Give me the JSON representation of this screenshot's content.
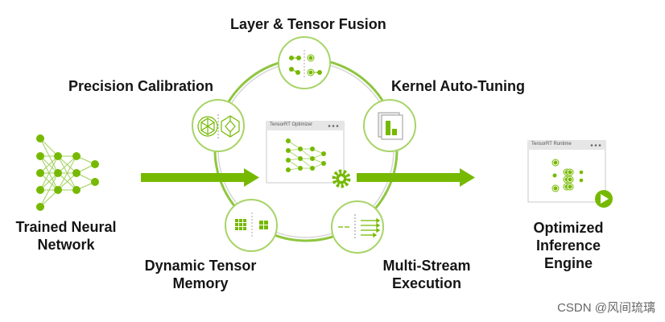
{
  "labels": {
    "layer_fusion": "Layer & Tensor Fusion",
    "precision_calibration": "Precision Calibration",
    "kernel_autotuning": "Kernel Auto-Tuning",
    "trained_network": [
      "Trained Neural",
      "Network"
    ],
    "dynamic_memory": [
      "Dynamic Tensor",
      "Memory"
    ],
    "multi_stream": [
      "Multi-Stream",
      "Execution"
    ],
    "optimized_engine": [
      "Optimized",
      "Inference",
      "Engine"
    ]
  },
  "windows": {
    "optimizer_title": "TensorRT Optimizer",
    "runtime_title": "TensorRT Runtime"
  },
  "watermark": "CSDN @风间琉璃",
  "colors": {
    "green": "#76b900",
    "light_green": "#cfe8a8",
    "gray": "#b5b5b5"
  }
}
